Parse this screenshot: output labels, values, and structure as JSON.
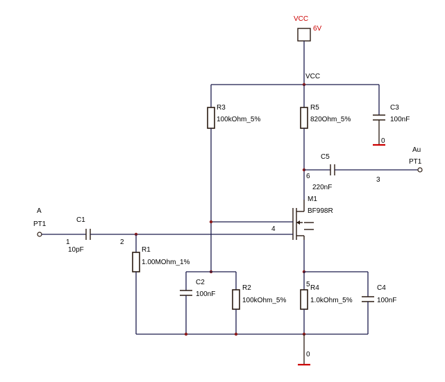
{
  "vcc_source": {
    "label": "VCC",
    "voltage": "6V"
  },
  "vcc_net": "VCC",
  "components": {
    "R3": {
      "ref": "R3",
      "value": "100kOhm_5%"
    },
    "R5": {
      "ref": "R5",
      "value": "820Ohm_5%"
    },
    "C3": {
      "ref": "C3",
      "value": "100nF"
    },
    "C5": {
      "ref": "C5",
      "value": "220nF"
    },
    "M1": {
      "ref": "M1",
      "value": "BF998R"
    },
    "C1": {
      "ref": "C1",
      "value": "10pF"
    },
    "R1": {
      "ref": "R1",
      "value": "1.00MOhm_1%"
    },
    "C2": {
      "ref": "C2",
      "value": "100nF"
    },
    "R2": {
      "ref": "R2",
      "value": "100kOhm_5%"
    },
    "R4": {
      "ref": "R4",
      "value": "1.0kOhm_5%"
    },
    "C4": {
      "ref": "C4",
      "value": "100nF"
    }
  },
  "ports": {
    "input": {
      "name": "A",
      "type": "PT1"
    },
    "output": {
      "name": "Au",
      "type": "PT1"
    }
  },
  "nodes": {
    "n1": "1",
    "n2": "2",
    "n3": "3",
    "n4": "4",
    "n5": "5",
    "n6": "6",
    "ground_c3": "0",
    "ground_main": "0"
  },
  "colors": {
    "wire": "#1a1a4a",
    "ground": "#cc0000",
    "vcc": "#cc0000",
    "junction": "#8b1a1a"
  }
}
